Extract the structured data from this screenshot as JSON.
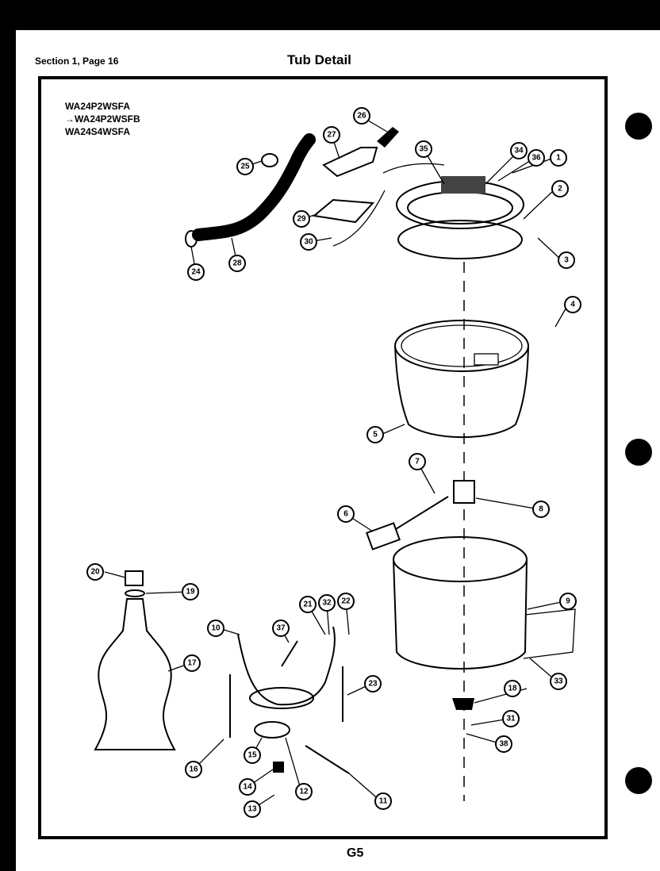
{
  "header": {
    "section": "Section 1, Page 16",
    "title": "Tub Detail"
  },
  "footer": {
    "page": "G5"
  },
  "models": [
    "WA24P2WSFA",
    "WA24P2WSFB",
    "WA24S4WSFA"
  ],
  "callouts": [
    "1",
    "2",
    "3",
    "4",
    "5",
    "6",
    "7",
    "8",
    "9",
    "10",
    "11",
    "12",
    "13",
    "14",
    "15",
    "16",
    "17",
    "18",
    "19",
    "20",
    "21",
    "22",
    "23",
    "24",
    "25",
    "26",
    "27",
    "28",
    "29",
    "30",
    "31",
    "32",
    "33",
    "34",
    "35",
    "36",
    "37",
    "38"
  ]
}
